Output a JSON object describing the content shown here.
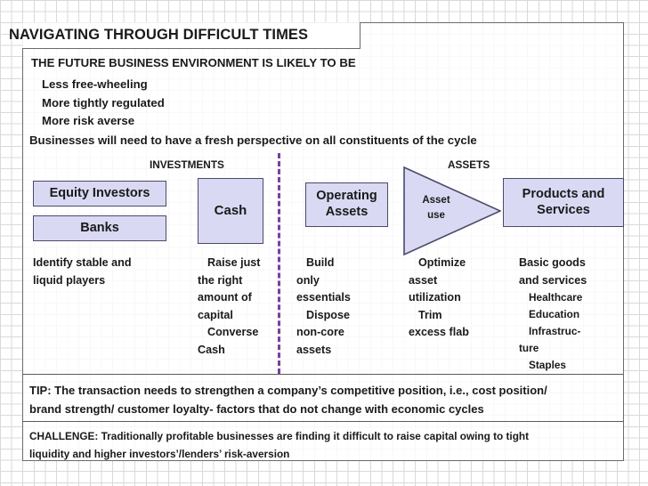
{
  "slide": {
    "title": "NAVIGATING THROUGH DIFFICULT TIMES",
    "intro_heading": "THE FUTURE BUSINESS ENVIRONMENT IS LIKELY TO BE",
    "intro_bullets": [
      "Less free-wheeling",
      "More tightly regulated",
      "More risk averse"
    ],
    "sub_heading": "Businesses will need to have a fresh perspective on all constituents of the cycle"
  },
  "diagram": {
    "captions": {
      "investments": "INVESTMENTS",
      "assets": "ASSETS"
    },
    "boxes": {
      "equity_investors": "Equity Investors",
      "banks": "Banks",
      "cash": "Cash",
      "operating_assets_line1": "Operating",
      "operating_assets_line2": "Assets",
      "asset_use_line1": "Asset",
      "asset_use_line2": "use",
      "products_line1": "Products and",
      "products_line2": "Services"
    },
    "columns": {
      "identify": [
        "Identify stable and",
        "liquid players"
      ],
      "cash": [
        "Raise just",
        "the right",
        "amount of",
        "capital",
        "Converse",
        "Cash"
      ],
      "build": [
        "Build",
        "only",
        "essentials",
        "Dispose",
        "non-core",
        "assets"
      ],
      "optimize": [
        "Optimize",
        "asset",
        "utilization",
        "Trim",
        "excess flab"
      ],
      "basic_goods": [
        "Basic goods",
        "and services"
      ],
      "basic_goods_items": [
        "Healthcare",
        "Education",
        "Infrastruc-",
        "ture",
        "Staples"
      ]
    }
  },
  "footer": {
    "tip_line1": "TIP: The transaction needs to strengthen a company’s competitive position, i.e., cost position/",
    "tip_line2": "brand strength/ customer loyalty- factors that do not change with economic cycles",
    "challenge_line1": "CHALLENGE: Traditionally profitable businesses are finding it difficult to raise capital owing to tight",
    "challenge_line2": "liquidity and higher investors’/lenders’ risk-aversion"
  },
  "colors": {
    "box_fill": "#d9d9f3",
    "box_stroke": "#4a4a6a",
    "divider": "#7b3fa0",
    "text": "#1a1a1a"
  }
}
